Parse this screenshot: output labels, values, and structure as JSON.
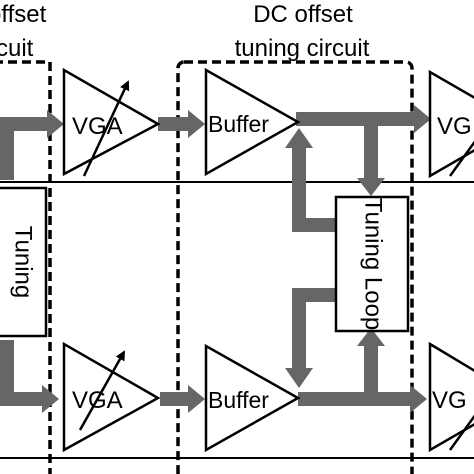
{
  "labels": {
    "top_left_fragment_1": "offset",
    "top_left_fragment_2": "cuit",
    "group_title_line1": "DC offset",
    "group_title_line2": "tuning circuit",
    "vga": "VGA",
    "vga_partial": "VG",
    "buffer": "Buffer",
    "tuning_left": "Tuning",
    "tuning_loop": "Tuning Loop"
  },
  "colors": {
    "line": "#000000",
    "thick_arrow": "#666666",
    "background": "#ffffff"
  }
}
